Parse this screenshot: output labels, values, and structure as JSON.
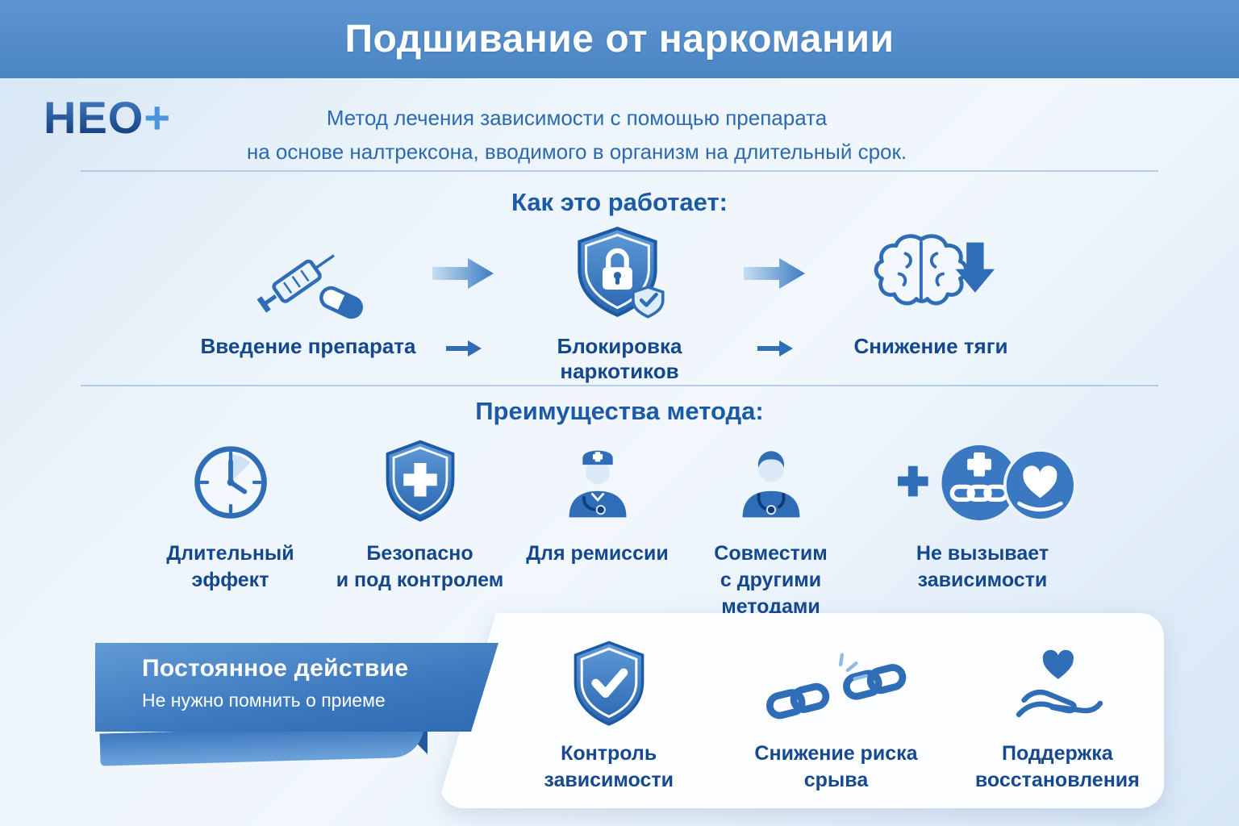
{
  "header": {
    "title": "Подшивание от наркомании"
  },
  "brand": {
    "logo_text": "НЕО",
    "logo_plus": "+"
  },
  "intro": {
    "description": "Метод лечения зависимости с помощью препарата\nна основе налтрексона, вводимого в организм на длительный срок."
  },
  "how_it_works": {
    "title": "Как это работает:",
    "steps": [
      {
        "icon": "syringe-pill-icon",
        "label": "Введение препарата"
      },
      {
        "icon": "shield-lock-icon",
        "label": "Блокировка наркотиков"
      },
      {
        "icon": "brain-decrease-icon",
        "label": "Снижение тяги"
      }
    ]
  },
  "advantages": {
    "title": "Преимущества метода:",
    "items": [
      {
        "icon": "clock-icon",
        "label": "Длительный эффект"
      },
      {
        "icon": "shield-cross-icon",
        "label": "Безопасно\nи под контролем"
      },
      {
        "icon": "doctor-cap-icon",
        "label": "Для ремиссии"
      },
      {
        "icon": "physician-icon",
        "label": "Совместим\nс другими\nметодами"
      },
      {
        "icon": "no-addiction-icon",
        "label": "Не вызывает\nзависимости"
      }
    ]
  },
  "highlight": {
    "title": "Постоянное действие",
    "subtitle": "Не нужно помнить о приеме"
  },
  "benefits": {
    "items": [
      {
        "icon": "shield-check-icon",
        "label": "Контроль зависимости"
      },
      {
        "icon": "broken-chain-icon",
        "label": "Снижение риска срыва"
      },
      {
        "icon": "hand-heart-icon",
        "label": "Поддержка\nвосстановления"
      }
    ]
  },
  "colors": {
    "primary": "#2f6eb6",
    "header_blue": "#4a85c4",
    "label_blue": "#14488e"
  }
}
